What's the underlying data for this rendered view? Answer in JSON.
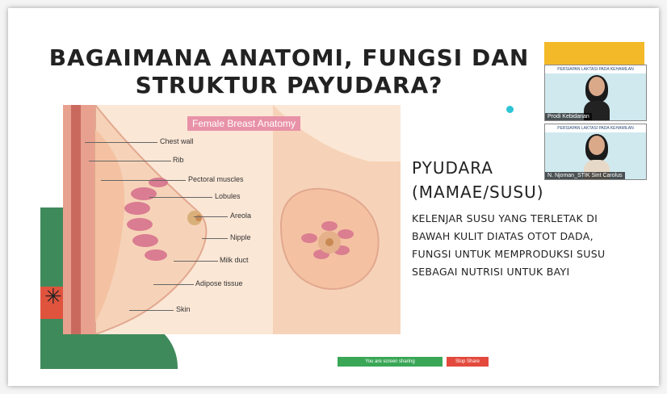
{
  "slide": {
    "title_line1": "BAGAIMANA ANATOMI, FUNGSI DAN",
    "title_line2": "STRUKTUR PAYUDARA?",
    "heading_line1": "PYUDARA",
    "heading_line2": "(MAMAE/SUSU)",
    "description": [
      "KELENJAR SUSU YANG TERLETAK DI",
      "BAWAH KULIT DIATAS OTOT DADA,",
      "FUNGSI UNTUK MEMPRODUKSI SUSU",
      "SEBAGAI NUTRISI UNTUK BAYI"
    ]
  },
  "diagram": {
    "title": "Female Breast Anatomy",
    "labels": [
      "Chest wall",
      "Rib",
      "Pectoral muscles",
      "Lobules",
      "Areola",
      "Nipple",
      "Milk duct",
      "Adipose tissue",
      "Skin"
    ]
  },
  "participants": [
    {
      "banner": "PERSIAPAN LAKTASI PADA KEHAMILAN",
      "name": "Prodi Kebidanan"
    },
    {
      "banner": "PERSIAPAN LAKTASI PADA KEHAMILAN",
      "name": "N. Njoman_STIK Sint Carolus"
    }
  ],
  "sharing": {
    "status": "You are screen sharing",
    "stop_label": "Stop Share"
  },
  "colors": {
    "green": "#3f8a5b",
    "yellow": "#f3b928",
    "red": "#e0533d",
    "cyan": "#2ec4d6",
    "diagram_badge": "#e892a8"
  }
}
